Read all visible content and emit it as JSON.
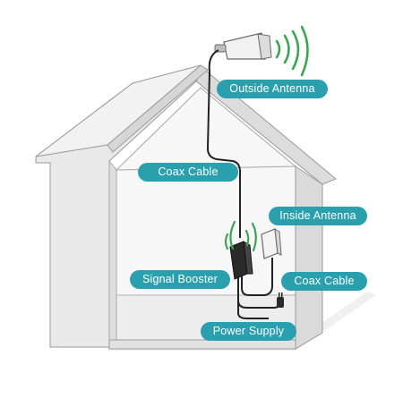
{
  "labels": {
    "outside_antenna": "Outside Antenna",
    "coax_cable_top": "Coax Cable",
    "inside_antenna": "Inside Antenna",
    "signal_booster": "Signal Booster",
    "coax_cable_bottom": "Coax Cable",
    "power_supply": "Power Supply"
  },
  "colors": {
    "label_background": "#2a9fae",
    "label_text": "#ffffff",
    "signal_waves": "#3aa655",
    "house_wall": "#e6e6e6",
    "house_roof_side": "#ececec",
    "house_interior": "#f6f6f6",
    "outline": "#9a9a9a",
    "cable": "#222222"
  },
  "icons": {
    "outside_antenna": "directional-antenna-icon",
    "inside_antenna": "panel-antenna-icon",
    "booster": "signal-booster-icon",
    "power": "power-plug-icon"
  }
}
